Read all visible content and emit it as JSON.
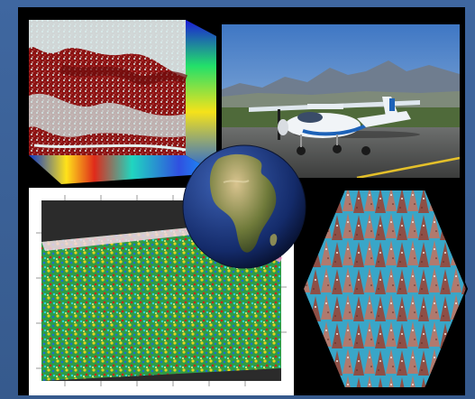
{
  "collage": {
    "background_color": "#3a5f93",
    "board_color": "#000000",
    "panels": [
      {
        "id": "hyperspectral-cube",
        "icon": "data-cube-image"
      },
      {
        "id": "aircraft-photo",
        "icon": "airplane-photo"
      },
      {
        "id": "globe",
        "icon": "earth-africa-globe"
      },
      {
        "id": "forest-lidar-map",
        "icon": "colored-terrain-map"
      },
      {
        "id": "forest-canopy-3d",
        "icon": "tree-canopy-hexagon"
      }
    ]
  }
}
